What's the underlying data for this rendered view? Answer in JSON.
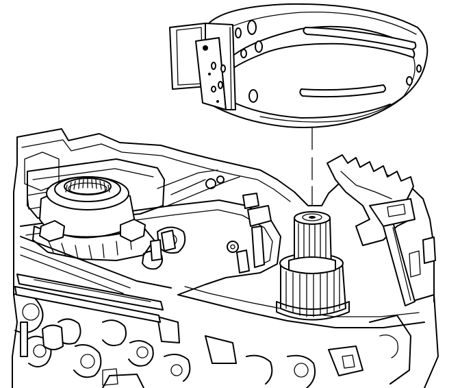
{
  "illustration": {
    "style": "black line art on white",
    "colors": {
      "ink": "#000000",
      "paper": "#ffffff"
    },
    "components": [
      "band-strap",
      "band-anchor-bracket",
      "transmission-case",
      "valve-body-cover",
      "gear-ring-assembly",
      "center-shaft-hub",
      "ratchet-bracket",
      "alignment-line"
    ]
  }
}
